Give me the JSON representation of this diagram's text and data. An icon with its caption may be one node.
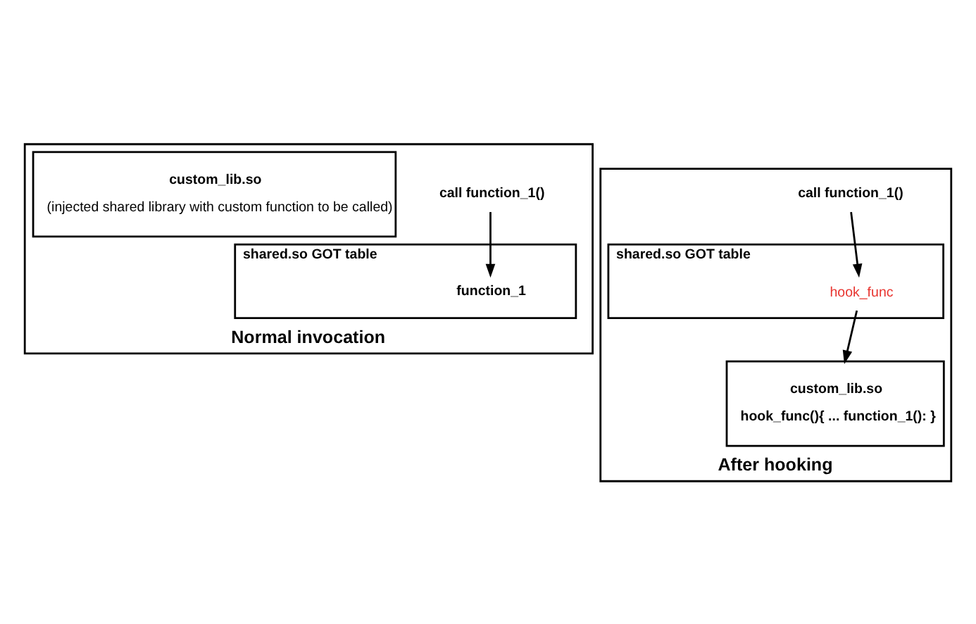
{
  "diagram": {
    "nodes": [
      {
        "text": [
          "Normal invocation"
        ]
      },
      {
        "text": [
          "call function_1()"
        ],
        "in": 0
      },
      {
        "text": [
          "shared.so GOT table"
        ],
        "in": 0
      },
      {
        "text": [
          "function_1"
        ],
        "in": 2
      },
      {
        "text": [
          "custom_lib.so",
          "(injected shared library with custom function to be called)"
        ],
        "in": 0
      },
      {
        "text": [
          "After hooking"
        ]
      },
      {
        "text": [
          "call function_1()"
        ],
        "in": 5
      },
      {
        "text": [
          "shared.so GOT table"
        ],
        "in": 5
      },
      {
        "text": [
          "hook_func"
        ],
        "in": 7
      },
      {
        "text": [
          "custom_lib.so",
          "hook_func(){ ... function_1(): }"
        ],
        "in": 5
      }
    ],
    "edges": [
      {
        "from": 1,
        "to": 3,
        "arrow": "to"
      },
      {
        "from": 6,
        "to": 8,
        "arrow": "to"
      },
      {
        "from": 8,
        "to": 9,
        "arrow": "to"
      }
    ]
  }
}
